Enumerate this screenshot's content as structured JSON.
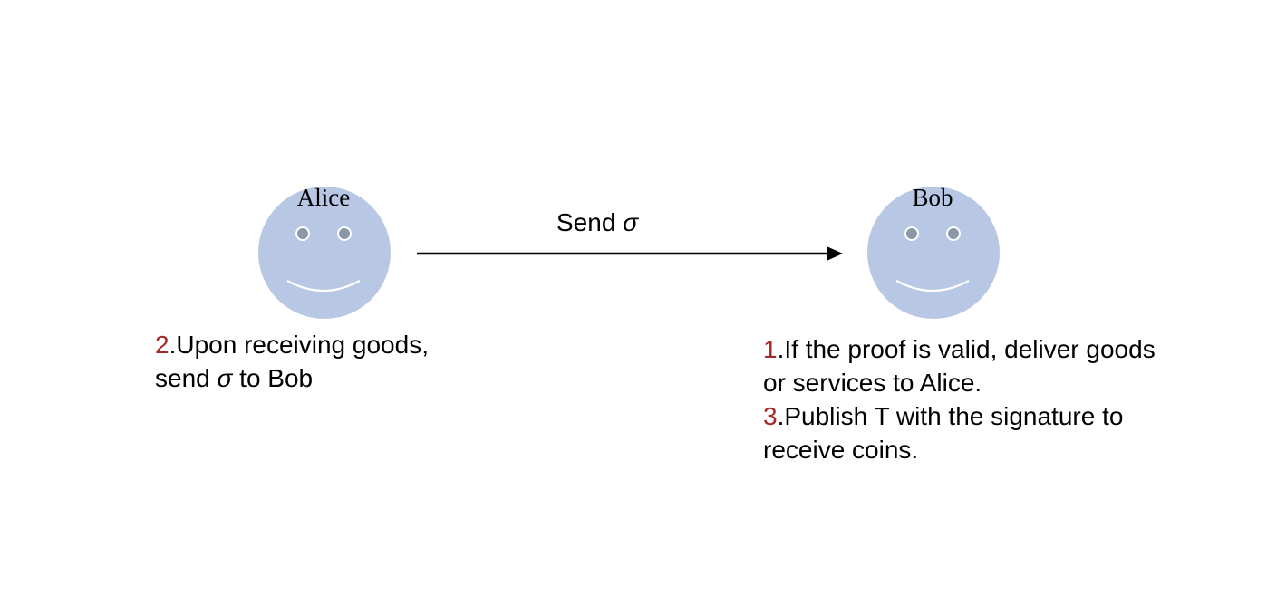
{
  "alice": {
    "name": "Alice"
  },
  "bob": {
    "name": "Bob"
  },
  "message": {
    "label_prefix": "Send ",
    "label_symbol": "σ"
  },
  "alice_note": {
    "step_number": "2",
    "line1": ".Upon receiving goods,",
    "line2_prefix": "send ",
    "line2_symbol": "σ",
    "line2_suffix": " to Bob"
  },
  "bob_notes": [
    {
      "step_number": "1",
      "line1": ".If the proof is valid, deliver goods",
      "line2": "or services to Alice."
    },
    {
      "step_number": "3",
      "line1": ".Publish T with the signature to",
      "line2": "receive coins."
    }
  ],
  "colors": {
    "face_fill": "#b8c7e3",
    "eye_fill": "#8a97a8",
    "step_number": "#a52a2a",
    "arrow": "#000000"
  },
  "icons": {
    "alice_face": "smiley-face-icon",
    "bob_face": "smiley-face-icon",
    "arrow": "right-arrow-icon"
  }
}
